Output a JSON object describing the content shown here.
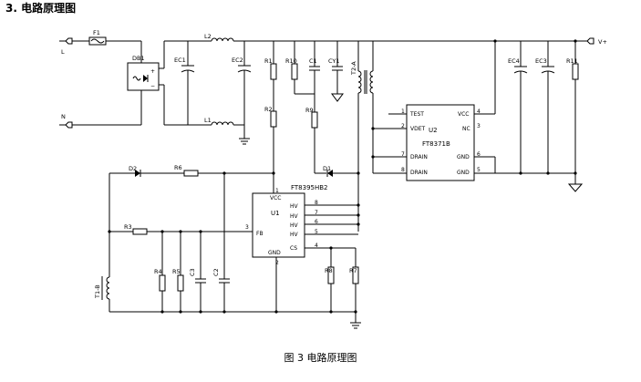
{
  "heading": "3. 电路原理图",
  "caption": "图 3  电路原理图",
  "nets": {
    "line": "L",
    "neutral": "N",
    "vplus": "V+"
  },
  "components": {
    "F1": "F1",
    "DB1": "DB1",
    "L1": "L1",
    "L2": "L2",
    "EC1": "EC1",
    "EC2": "EC2",
    "EC3": "EC3",
    "EC4": "EC4",
    "R1": "R1",
    "R2": "R2",
    "R3": "R3",
    "R4": "R4",
    "R5": "R5",
    "R6": "R6",
    "R7": "R7",
    "R8": "R8",
    "R9": "R9",
    "R10": "R10",
    "R11": "R11",
    "C1": "C1",
    "C2": "C2",
    "C3": "C3",
    "CY1": "CY1",
    "D1": "D1",
    "D2": "D2",
    "T2A": "T2-A",
    "T1B": "T1-B"
  },
  "u1": {
    "part": "FT8395HB2",
    "ref": "U1",
    "pins": [
      {
        "num": "1",
        "name": "VCC"
      },
      {
        "num": "3",
        "name": "FB"
      },
      {
        "num": "2",
        "name": "GND"
      },
      {
        "num": "8",
        "name": "HV"
      },
      {
        "num": "7",
        "name": "HV"
      },
      {
        "num": "6",
        "name": "HV"
      },
      {
        "num": "5",
        "name": "HV"
      },
      {
        "num": "4",
        "name": "CS"
      }
    ]
  },
  "u2": {
    "part": "FT8371B",
    "ref": "U2",
    "pins": [
      {
        "num": "1",
        "name": "TEST"
      },
      {
        "num": "2",
        "name": "VDET"
      },
      {
        "num": "7",
        "name": "DRAIN"
      },
      {
        "num": "8",
        "name": "DRAIN"
      },
      {
        "num": "4",
        "name": "VCC"
      },
      {
        "num": "3",
        "name": "NC"
      },
      {
        "num": "6",
        "name": "GND"
      },
      {
        "num": "5",
        "name": "GND"
      }
    ]
  }
}
